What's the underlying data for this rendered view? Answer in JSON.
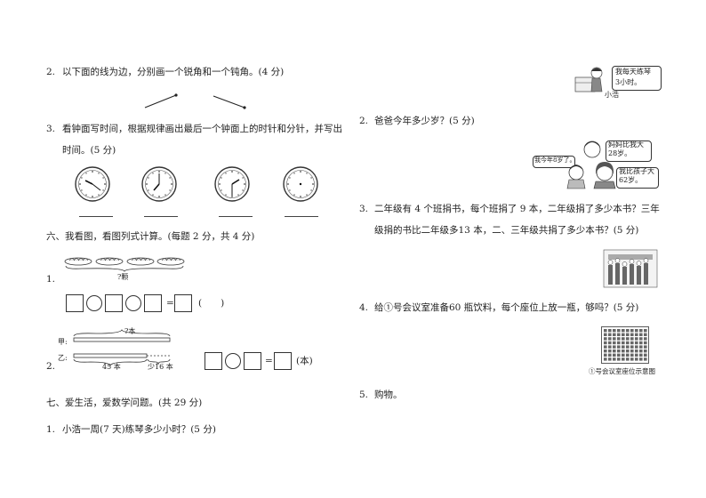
{
  "q2": {
    "num": "2.",
    "text": "以下面的线为边，分别画一个锐角和一个钝角。(4 分)"
  },
  "q3": {
    "num": "3.",
    "line1": "看钟面写时间，根据规律画出最后一个钟面上的时针和分针，并写出",
    "line2": "时间。(5 分)"
  },
  "section6": {
    "title": "六、我看图，看图列式计算。(每题 2 分，共 4 分)"
  },
  "p1": {
    "num": "1.",
    "brace_label": "?颗",
    "equals": "=",
    "paren": "(　　)"
  },
  "p2": {
    "num": "2.",
    "jia": "甲:",
    "yi": "乙:",
    "total_label": "?本",
    "label_45": "45 本",
    "label_less16": "少16 本",
    "equals": "=",
    "unit": "(本)"
  },
  "section7": {
    "title": "七、爱生活，爱数学问题。(共 29 分)"
  },
  "q7_1": {
    "num": "1.",
    "text": "小浩一周(7 天)练琴多少小时？(5 分)"
  },
  "right": {
    "bubble_top_line1": "我每天练琴",
    "bubble_top_line2": "3小时。",
    "boy_name": "小浩",
    "q2": {
      "num": "2.",
      "text": "爸爸今年多少岁？(5 分)"
    },
    "bubble_mom_line1": "妈妈比我大",
    "bubble_mom_line2": "28岁。",
    "bubble_child": "我今年8岁了。",
    "bubble_dad_line1": "我比孩子大",
    "bubble_dad_line2": "62岁。",
    "q3": {
      "num": "3.",
      "line1": "二年级有 4 个班捐书，每个班捐了 9 本，二年级捐了多少本书？三年",
      "line2": "级捐的书比二年级多13 本，二、三年级共捐了多少本书？(5 分)"
    },
    "q4": {
      "num": "4.",
      "text": "给①号会议室准备60 瓶饮料，每个座位上放一瓶，够吗？(5 分)"
    },
    "seat_caption": "①号会议室座位示意图",
    "q5": {
      "num": "5.",
      "text": "购物。"
    }
  }
}
